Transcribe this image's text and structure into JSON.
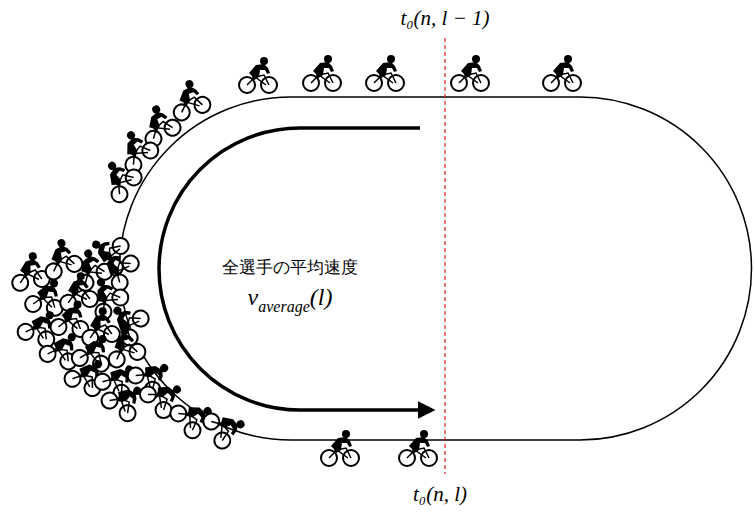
{
  "diagram": {
    "labels": [
      "t₀(n, l − 1)",
      "t₀(n, l)",
      "全選手の平均速度",
      "v",
      "average",
      "(l)"
    ]
  }
}
